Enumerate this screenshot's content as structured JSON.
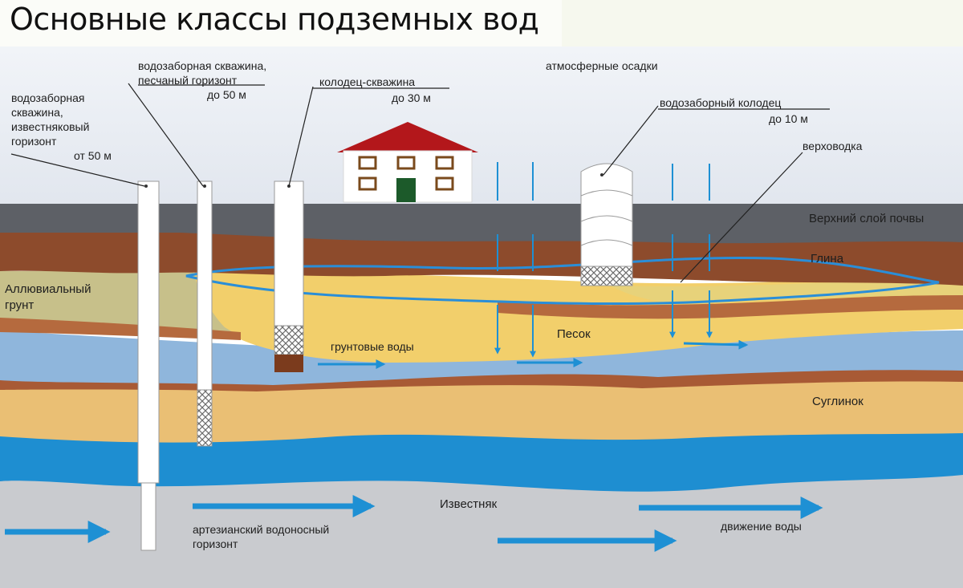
{
  "title": "Основные классы подземных вод",
  "colors": {
    "sky": "#e8edf3",
    "topsoil": "#5d6066",
    "clay": "#8d4b2c",
    "alluvial": "#c7c08a",
    "sand": "#f2cf6b",
    "water": "#8fb6dc",
    "water_deep": "#1e8ed1",
    "loam": "#eabf74",
    "limestone": "#c9cbcf",
    "arrow": "#1e90d4",
    "roof": "#b3171b",
    "door": "#1c5a2a"
  },
  "labels": {
    "well_limestone_1": "водозаборная",
    "well_limestone_2": "скважина,",
    "well_limestone_3": "известняковый",
    "well_limestone_4": "горизонт",
    "well_limestone_depth": "от 50 м",
    "well_sand_1": "водозаборная скважина,",
    "well_sand_2": "песчаный горизонт",
    "well_sand_depth": "до 50 м",
    "shaft_well_1": "колодец-скважина",
    "shaft_well_depth": "до 30 м",
    "precipitation": "атмосферные осадки",
    "dug_well_1": "водозаборный колодец",
    "dug_well_depth": "до 10 м",
    "perched_water": "верховодка",
    "topsoil": "Верхний слой почвы",
    "clay": "Глина",
    "alluvial_1": "Аллювиальный",
    "alluvial_2": "грунт",
    "groundwater": "грунтовые воды",
    "sand": "Песок",
    "loam": "Суглинок",
    "limestone": "Известняк",
    "artesian_1": "артезианский водоносный",
    "artesian_2": "горизонт",
    "water_movement": "движение воды"
  },
  "icons": [
    "house-icon",
    "well-pipe-icon",
    "rain-arrow-icon",
    "flow-arrow-icon"
  ]
}
